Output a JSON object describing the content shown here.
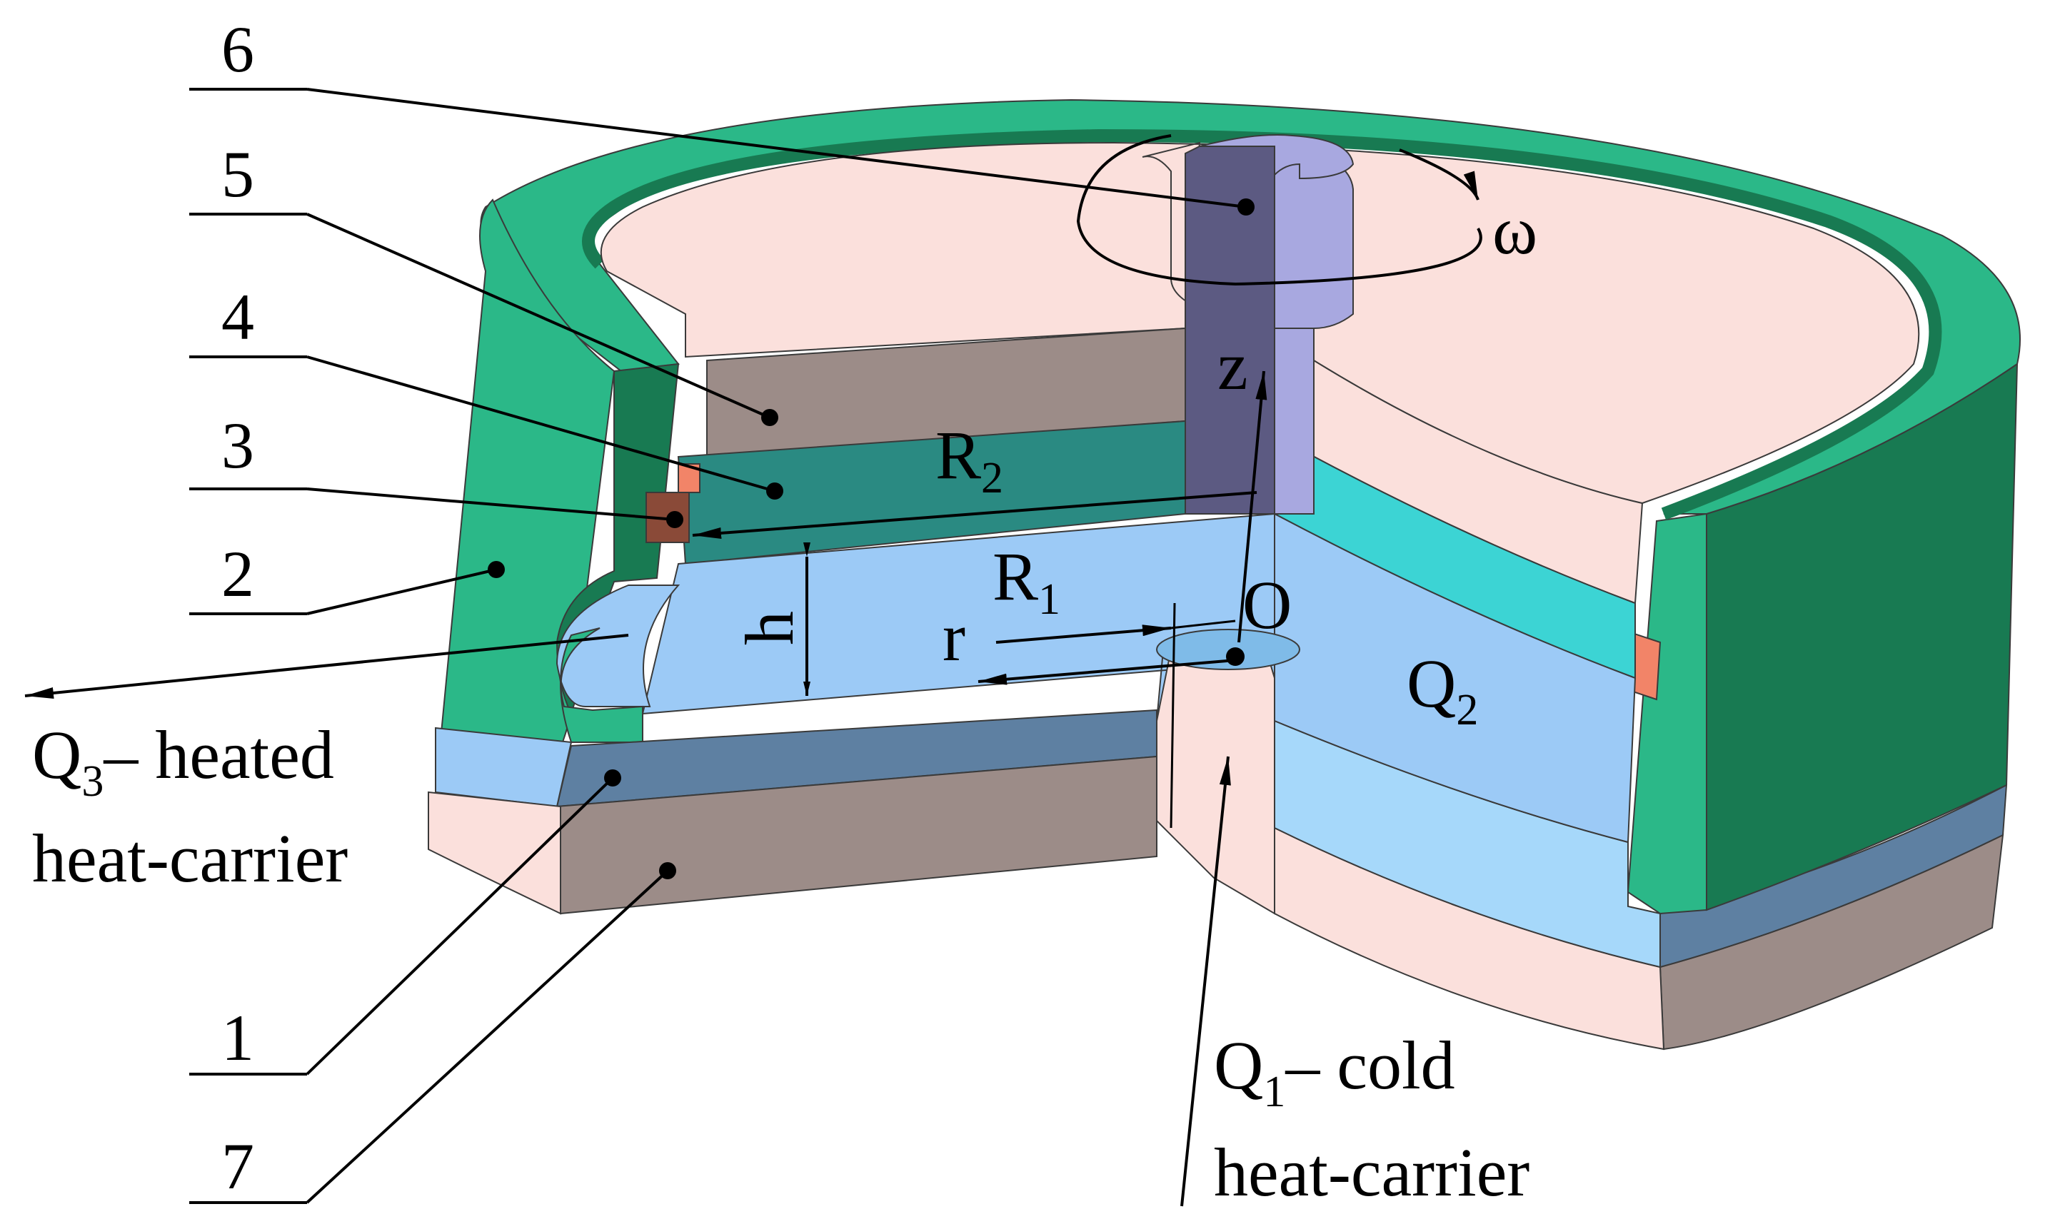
{
  "colors": {
    "outer_ring_green": "#2bb888",
    "outer_ring_dark": "#187a52",
    "top_disk_pink": "#fbe0dc",
    "side_taupe": "#9c8c88",
    "teal_layer": "#2a8a82",
    "cyan_layer": "#3cd4d4",
    "light_blue_channel": "#9ccaf6",
    "steel_blue_layer": "#5e80a2",
    "shaft_purple": "#5c5a82",
    "shaft_light": "#a8a8e0",
    "element3_brown": "#8a4a38",
    "element_salmon": "#f28468"
  },
  "labels": {
    "n6": "6",
    "n5": "5",
    "n4": "4",
    "n3": "3",
    "n2": "2",
    "n1": "1",
    "n7": "7",
    "omega": "ω",
    "z": "z",
    "r": "r",
    "O": "O",
    "h": "h",
    "R2_main": "R",
    "R2_sub": "2",
    "R1_main": "R",
    "R1_sub": "1",
    "Q2_main": "Q",
    "Q2_sub": "2",
    "Q3_main": "Q",
    "Q3_sub": "3",
    "Q3_line1_rest": "– heated",
    "Q3_line2": "heat-carrier",
    "Q1_main": "Q",
    "Q1_sub": "1",
    "Q1_line1_rest": "– cold",
    "Q1_line2": "heat-carrier"
  }
}
